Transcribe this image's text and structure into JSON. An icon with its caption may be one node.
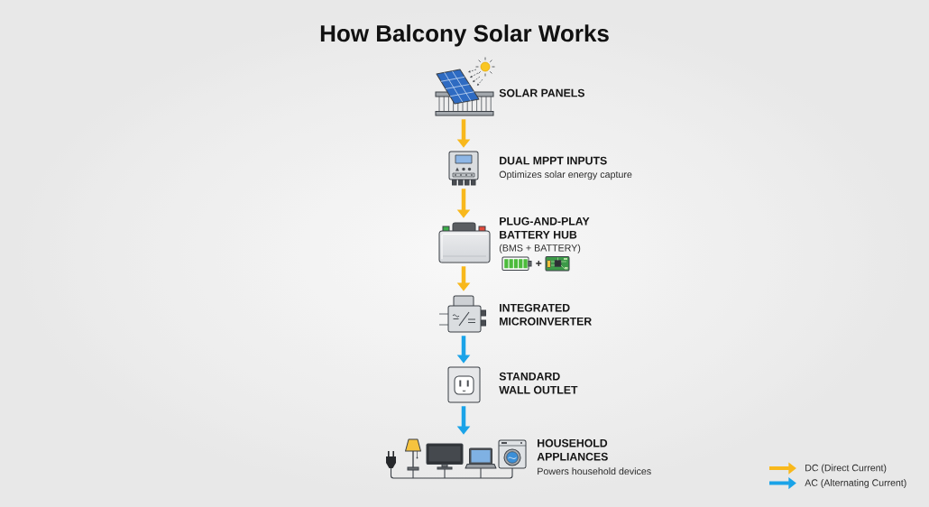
{
  "diagram": {
    "title": "How Balcony Solar Works",
    "nodes": [
      {
        "text": [],
        "shape": "picture",
        "beside": [
          "SOLAR PANELS"
        ]
      },
      {
        "text": [],
        "shape": "picture",
        "beside": [
          "DUAL MPPT INPUTS",
          "Optimizes solar energy capture"
        ]
      },
      {
        "text": [],
        "shape": "picture",
        "beside": [
          "PLUG-AND-PLAY BATTERY HUB",
          "(BMS + BATTERY)",
          "+"
        ]
      },
      {
        "text": [],
        "shape": "picture",
        "beside": [
          "INTEGRATED MICROINVERTER"
        ]
      },
      {
        "text": [],
        "shape": "picture",
        "beside": [
          "STANDARD WALL OUTLET"
        ]
      },
      {
        "text": [],
        "shape": "picture",
        "beside": [
          "HOUSEHOLD APPLIANCES",
          "Powers household devices"
        ]
      }
    ],
    "edges": [
      {
        "from": 0,
        "to": 1,
        "arrow": "to"
      },
      {
        "from": 1,
        "to": 2,
        "arrow": "to"
      },
      {
        "from": 2,
        "to": 3,
        "arrow": "to"
      },
      {
        "from": 3,
        "to": 4,
        "arrow": "to",
        "color": "#1aa3e8"
      },
      {
        "from": 4,
        "to": 5,
        "arrow": "to",
        "color": "#1aa3e8"
      }
    ],
    "legend": [
      {
        "text": "DC (Direct Current)",
        "color": "#f8b81c"
      },
      {
        "text": "AC (Alternating Current)",
        "color": "#1aa3e8"
      }
    ]
  }
}
